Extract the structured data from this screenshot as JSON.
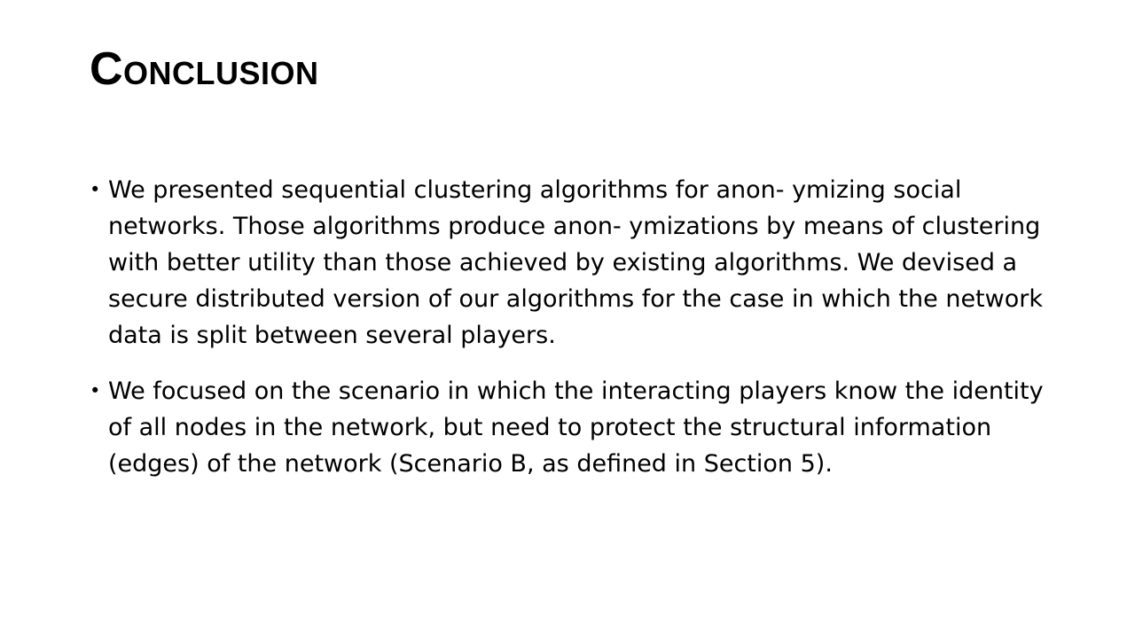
{
  "slide": {
    "title": "Conclusion",
    "bullets": [
      {
        "text": "We presented sequential clustering algorithms for anon- ymizing social networks. Those algorithms produce anon- ymizations by means of clustering with better utility than those achieved by existing algorithms. We devised a secure distributed version of our algorithms for the case in which the network data is split between several players."
      },
      {
        "text": "We focused on the scenario in which the interacting players know the identity of all nodes in the network, but need to protect the structural information (edges) of the network (Scenario B, as defined in Section 5)."
      }
    ],
    "bullet_symbol": "•"
  }
}
